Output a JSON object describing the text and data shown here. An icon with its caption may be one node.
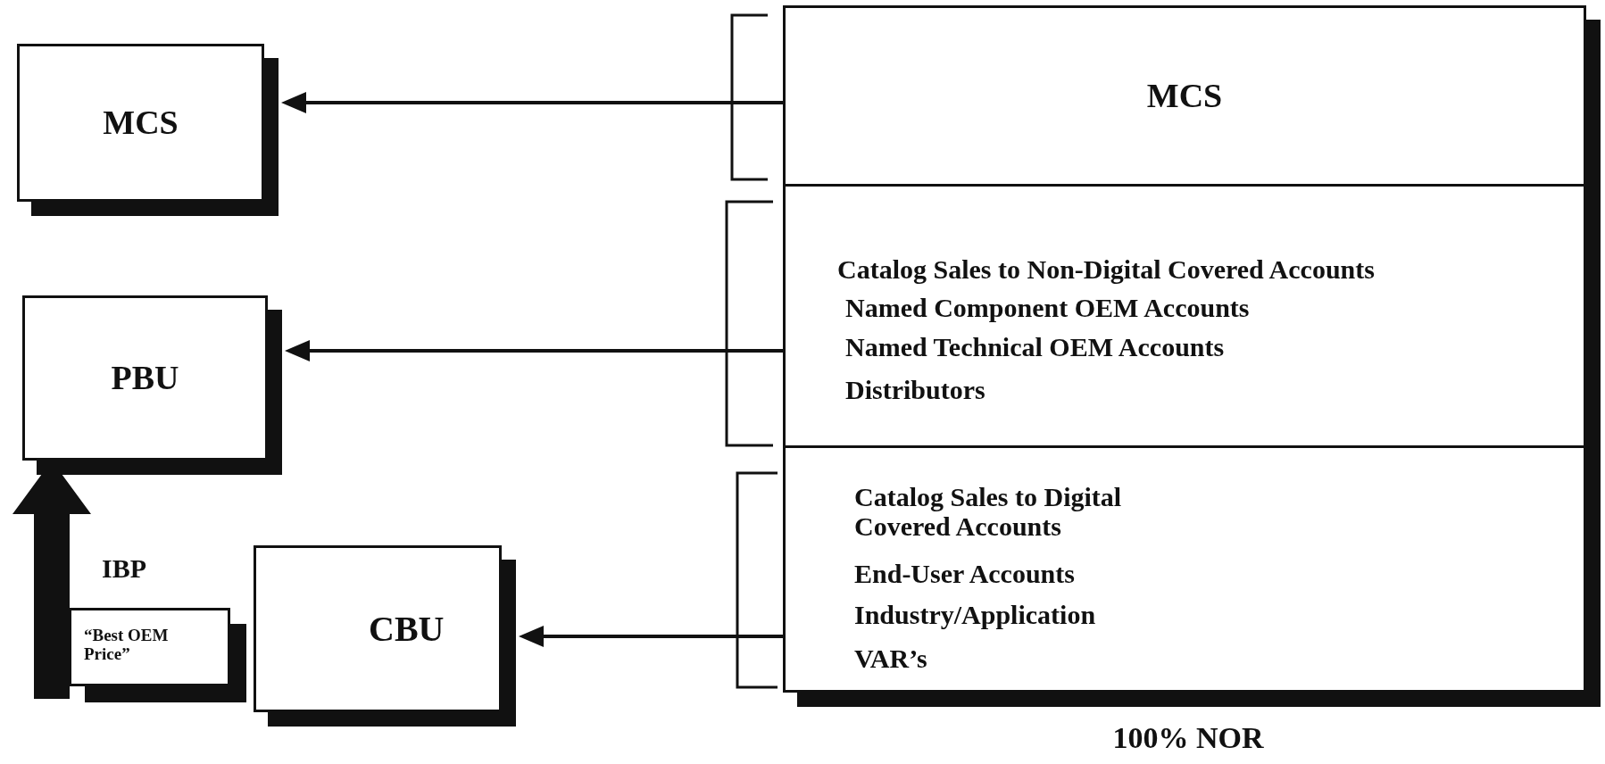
{
  "diagram": {
    "nodes": [
      {
        "text": [
          "MCS"
        ]
      },
      {
        "text": [
          "PBU"
        ]
      },
      {
        "text": [
          "“Best OEM Price”"
        ]
      },
      {
        "text": [
          "CBU"
        ]
      },
      {
        "text": [],
        "shape": "box",
        "beside": [
          "100% NOR"
        ]
      },
      {
        "text": [
          "MCS"
        ],
        "in": 4
      },
      {
        "text": [
          "Catalog Sales to Non-Digital Covered Accounts",
          "Named Component OEM Accounts",
          "Named Technical OEM Accounts",
          "Distributors"
        ],
        "in": 4
      },
      {
        "text": [
          "Catalog Sales to Digital Covered Accounts",
          "End-User Accounts",
          "Industry/Application",
          "VAR’s"
        ],
        "in": 4
      }
    ],
    "edges": [
      {
        "from": 5,
        "to": 0,
        "arrow": "to"
      },
      {
        "from": 6,
        "to": 1,
        "arrow": "to"
      },
      {
        "from": 7,
        "to": 3,
        "arrow": "to"
      },
      {
        "from": 2,
        "to": 1,
        "arrow": "to",
        "label": "IBP",
        "style": "thick"
      }
    ]
  }
}
